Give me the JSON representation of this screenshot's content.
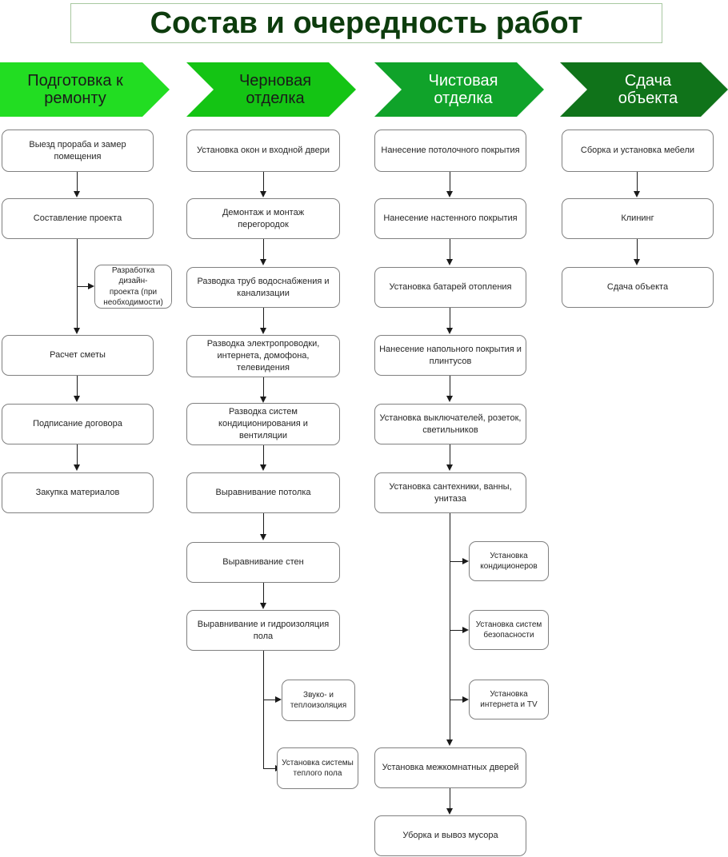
{
  "title": {
    "text": "Состав и очередность работ",
    "color": "#0d3c0d",
    "border_color": "#a8c8a0"
  },
  "phases": [
    {
      "label": "Подготовка к\nремонту",
      "fill": "#22dd22",
      "text_color": "#1a1a1a"
    },
    {
      "label": "Черновая\nотделка",
      "fill": "#14c414",
      "text_color": "#1a1a1a"
    },
    {
      "label": "Чистовая\nотделка",
      "fill": "#10a32a",
      "text_color": "#ffffff"
    },
    {
      "label": "Сдача\nобъекта",
      "fill": "#10731a",
      "text_color": "#ffffff"
    }
  ],
  "columns": [
    {
      "name": "Подготовка к ремонту",
      "nodes": [
        {
          "id": "c1n1",
          "label": "Выезд прораба и замер\nпомещения"
        },
        {
          "id": "c1n2",
          "label": "Составление проекта"
        },
        {
          "id": "c1n3",
          "label": "Разработка дизайн-\nпроекта (при\nнеобходимости)",
          "branch": true
        },
        {
          "id": "c1n4",
          "label": "Расчет сметы"
        },
        {
          "id": "c1n5",
          "label": "Подписание договора"
        },
        {
          "id": "c1n6",
          "label": "Закупка материалов"
        }
      ]
    },
    {
      "name": "Черновая отделка",
      "nodes": [
        {
          "id": "c2n1",
          "label": "Установка окон и входной двери"
        },
        {
          "id": "c2n2",
          "label": "Демонтаж и монтаж\nперегородок"
        },
        {
          "id": "c2n3",
          "label": "Разводка труб водоснабжения и\nканализации"
        },
        {
          "id": "c2n4",
          "label": "Разводка электропроводки,\nинтернета, домофона,\nтелевидения"
        },
        {
          "id": "c2n5",
          "label": "Разводка систем\nкондиционирования и\nвентиляции"
        },
        {
          "id": "c2n6",
          "label": "Выравнивание потолка"
        },
        {
          "id": "c2n7",
          "label": "Выравнивание стен"
        },
        {
          "id": "c2n8",
          "label": "Выравнивание и гидроизоляция\nпола"
        },
        {
          "id": "c2n9",
          "label": "Звуко- и\nтеплоизоляция",
          "branch": true
        },
        {
          "id": "c2n10",
          "label": "Установка системы\nтеплого пола",
          "branch": true
        }
      ]
    },
    {
      "name": "Чистовая отделка",
      "nodes": [
        {
          "id": "c3n1",
          "label": "Нанесение потолочного покрытия"
        },
        {
          "id": "c3n2",
          "label": "Нанесение настенного покрытия"
        },
        {
          "id": "c3n3",
          "label": "Установка батарей отопления"
        },
        {
          "id": "c3n4",
          "label": "Нанесение напольного покрытия и\nплинтусов"
        },
        {
          "id": "c3n5",
          "label": "Установка выключателей, розеток,\nсветильников"
        },
        {
          "id": "c3n6",
          "label": "Установка сантехники, ванны,\nунитаза"
        },
        {
          "id": "c3n7",
          "label": "Установка\nкондиционеров",
          "branch": true
        },
        {
          "id": "c3n8",
          "label": "Установка систем\nбезопасности",
          "branch": true
        },
        {
          "id": "c3n9",
          "label": "Установка\nинтернета и TV",
          "branch": true
        },
        {
          "id": "c3n10",
          "label": "Установка межкомнатных дверей"
        },
        {
          "id": "c3n11",
          "label": "Уборка и вывоз мусора"
        }
      ]
    },
    {
      "name": "Сдача объекта",
      "nodes": [
        {
          "id": "c4n1",
          "label": "Сборка и установка мебели"
        },
        {
          "id": "c4n2",
          "label": "Клининг"
        },
        {
          "id": "c4n3",
          "label": "Сдача объекта"
        }
      ]
    }
  ]
}
